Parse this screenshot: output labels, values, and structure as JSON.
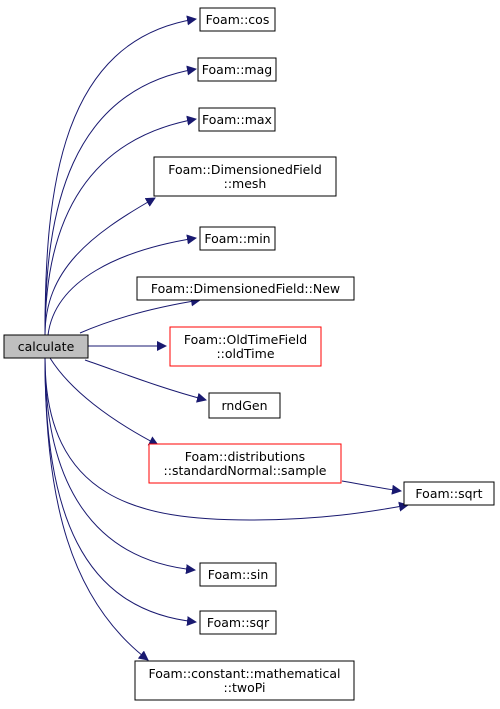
{
  "colors": {
    "edge": "#191970",
    "node_border": "#000000",
    "node_border_highlight": "#ff0000",
    "root_fill": "#bfbfbf",
    "node_fill": "#ffffff"
  },
  "nodes": {
    "calculate": {
      "lines": [
        "calculate"
      ]
    },
    "cos": {
      "lines": [
        "Foam::cos"
      ]
    },
    "mag": {
      "lines": [
        "Foam::mag"
      ]
    },
    "max": {
      "lines": [
        "Foam::max"
      ]
    },
    "mesh": {
      "lines": [
        "Foam::DimensionedField",
        "::mesh"
      ]
    },
    "min": {
      "lines": [
        "Foam::min"
      ]
    },
    "new": {
      "lines": [
        "Foam::DimensionedField::New"
      ]
    },
    "oldtime": {
      "lines": [
        "Foam::OldTimeField",
        "::oldTime"
      ]
    },
    "rndgen": {
      "lines": [
        "rndGen"
      ]
    },
    "sample": {
      "lines": [
        "Foam::distributions",
        "::standardNormal::sample"
      ]
    },
    "sqrt": {
      "lines": [
        "Foam::sqrt"
      ]
    },
    "sin": {
      "lines": [
        "Foam::sin"
      ]
    },
    "sqr": {
      "lines": [
        "Foam::sqr"
      ]
    },
    "twopi": {
      "lines": [
        "Foam::constant::mathematical",
        "::twoPi"
      ]
    }
  }
}
